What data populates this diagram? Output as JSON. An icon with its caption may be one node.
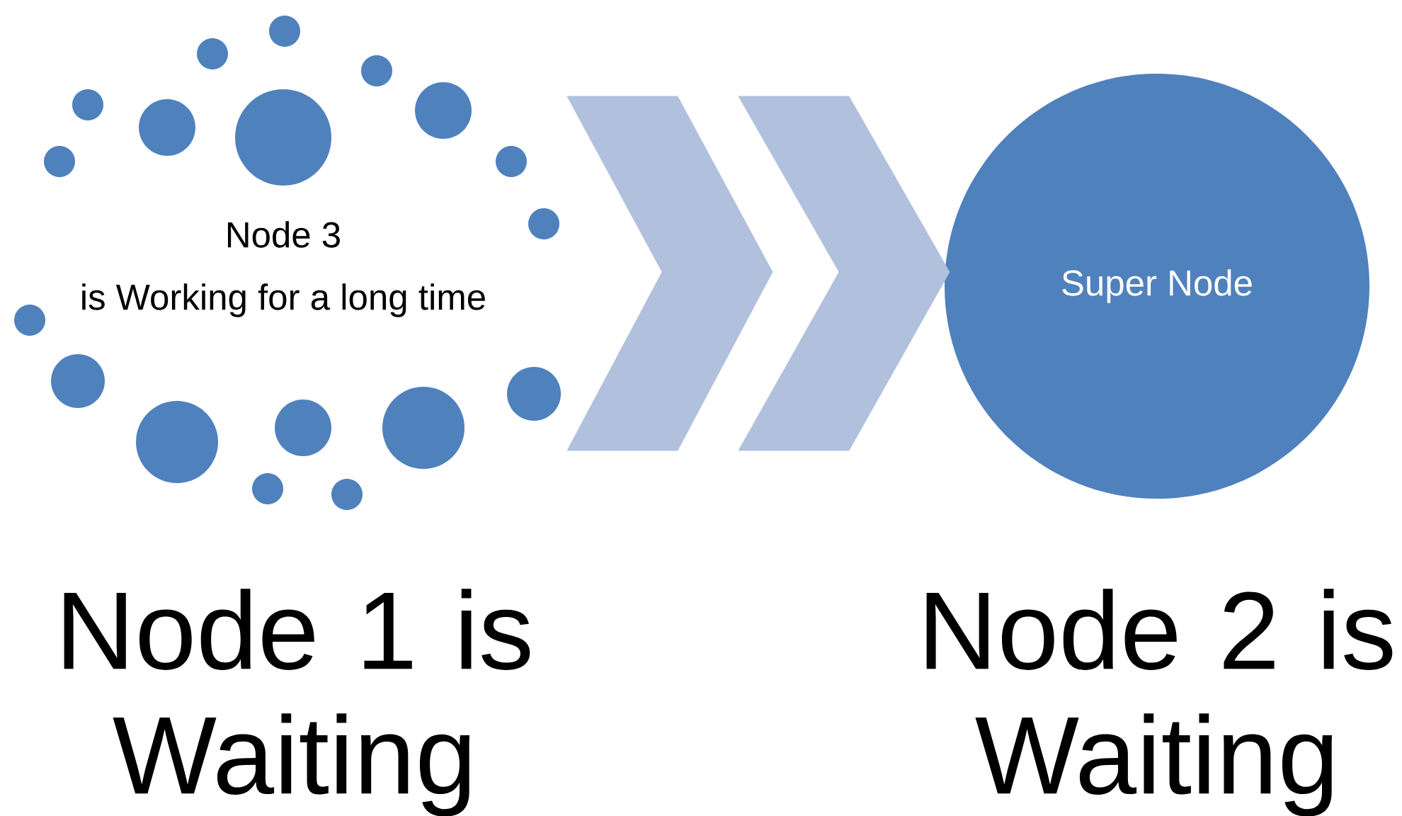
{
  "diagram": {
    "nodes": [
      {
        "text": [
          "Node 3 is Working for a long time"
        ],
        "beside": [
          "Node 1 is Waiting"
        ]
      },
      {
        "text": [
          "Super Node"
        ],
        "beside": [
          "Node 2 is Waiting"
        ]
      }
    ],
    "edges": [
      {
        "from": 0,
        "to": 1,
        "arrow": "to"
      }
    ]
  }
}
